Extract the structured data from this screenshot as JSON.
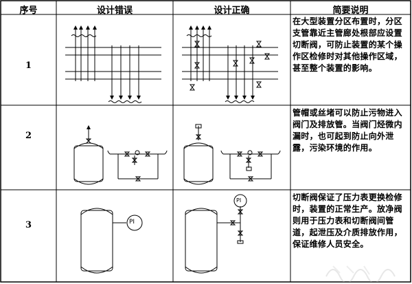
{
  "table": {
    "headers": {
      "index": "序号",
      "wrong": "设计错误",
      "right": "设计正确",
      "explanation": "简要说明"
    },
    "rows": [
      {
        "index": "1",
        "explanation": "在大型装置分区布置时，分区支管靠近主管廊处根部应设置切断阀，可防止装置的某个操作区检修时对其他操作区域，甚至整个装置的影响。"
      },
      {
        "index": "2",
        "explanation": "管帽或丝堵可以防止污物进入阀门及排放管。当阀门烃微内漏时，也可起到防止向外泄露，污染环境的作用。"
      },
      {
        "index": "3",
        "explanation": "切断阀保证了压力表更换检修时，装置的正常生产。放净阀则用于压力表和切断阀间管道，起泄压及介质排放作用，保证维修人员安全。",
        "gauge_label": "PI"
      }
    ]
  },
  "colors": {
    "border": "#000000",
    "background": "#ffffff"
  }
}
